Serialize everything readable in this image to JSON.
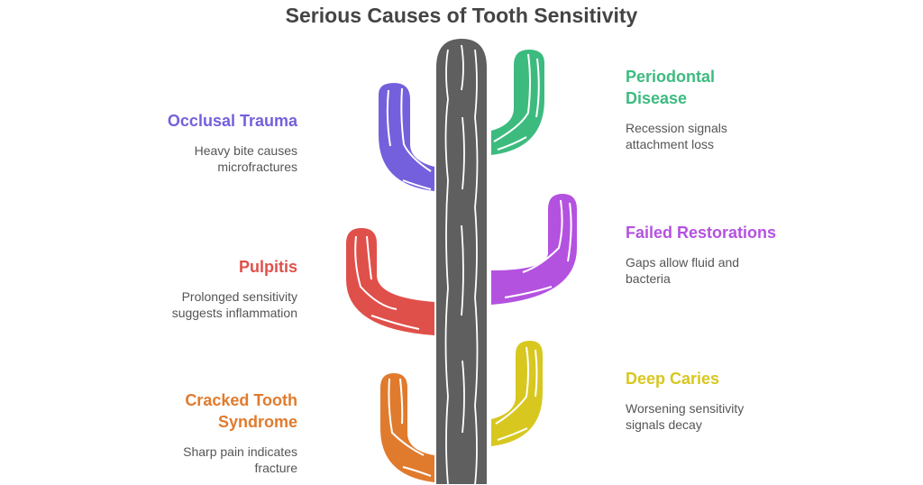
{
  "title": "Serious Causes of Tooth Sensitivity",
  "colors": {
    "trunk": "#5f5f5f",
    "occlusal": "#7460dc",
    "periodontal": "#3dbb7f",
    "pulpitis": "#e0504a",
    "failed": "#b452e0",
    "cracked": "#e07b2e",
    "caries": "#d8c71f"
  },
  "causes": [
    {
      "id": "occlusal",
      "title": "Occlusal Trauma",
      "desc_lines": [
        "Heavy bite causes",
        "microfractures"
      ],
      "side": "left"
    },
    {
      "id": "periodontal",
      "title_lines": [
        "Periodontal",
        "Disease"
      ],
      "desc_lines": [
        "Recession signals",
        "attachment loss"
      ],
      "side": "right"
    },
    {
      "id": "pulpitis",
      "title": "Pulpitis",
      "desc_lines": [
        "Prolonged sensitivity",
        "suggests inflammation"
      ],
      "side": "left"
    },
    {
      "id": "failed",
      "title": "Failed Restorations",
      "desc_lines": [
        "Gaps allow fluid and",
        "bacteria"
      ],
      "side": "right"
    },
    {
      "id": "cracked",
      "title_lines": [
        "Cracked Tooth",
        "Syndrome"
      ],
      "desc_lines": [
        "Sharp pain indicates",
        "fracture"
      ],
      "side": "left"
    },
    {
      "id": "caries",
      "title": "Deep Caries",
      "desc_lines": [
        "Worsening sensitivity",
        "signals decay"
      ],
      "side": "right"
    }
  ]
}
